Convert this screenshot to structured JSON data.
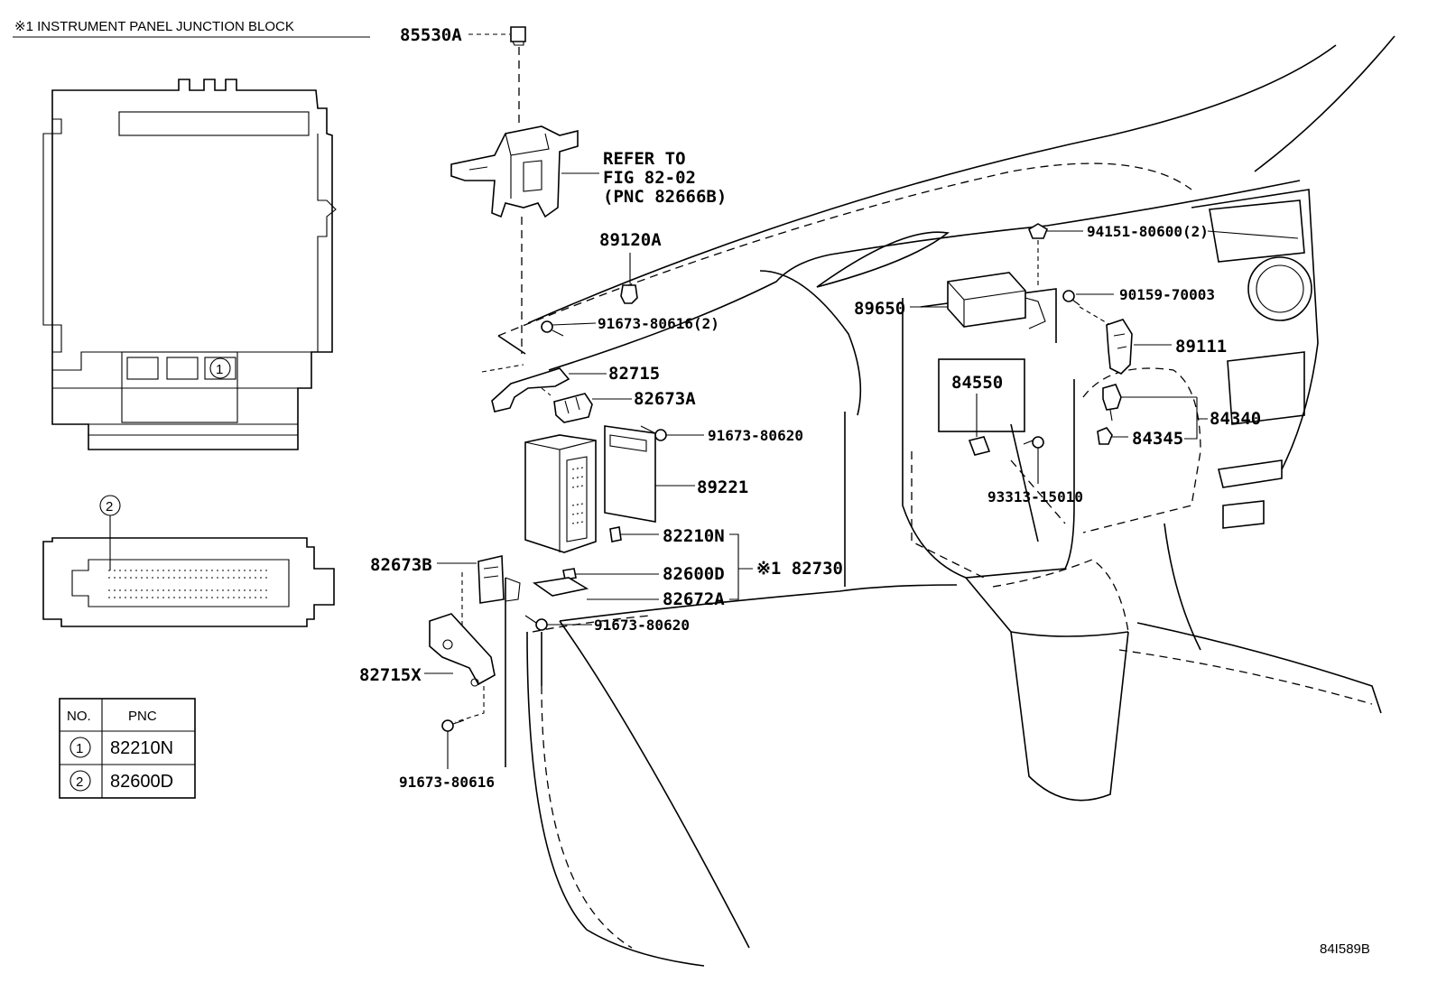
{
  "header": {
    "title": "※1  INSTRUMENT PANEL JUNCTION BLOCK"
  },
  "refer": {
    "line1": "REFER TO",
    "line2": "FIG 82-02",
    "line3": "(PNC 82666B)"
  },
  "callouts": {
    "p85530A": "85530A",
    "p89120A": "89120A",
    "p91673_80616_2": "91673-80616(2)",
    "p82715": "82715",
    "p82673A": "82673A",
    "p91673_80620_a": "91673-80620",
    "p89221": "89221",
    "p82210N": "82210N",
    "p82600D": "82600D",
    "p82672A": "82672A",
    "p82730": "※1 82730",
    "p82673B": "82673B",
    "p91673_80620_b": "91673-80620",
    "p82715X": "82715X",
    "p91673_80616": "91673-80616",
    "p94151_80600_2": "94151-80600(2)",
    "p89650": "89650",
    "p90159_70003": "90159-70003",
    "p89111": "89111",
    "p84550": "84550",
    "p84340": "84340",
    "p84345": "84345",
    "p93313_15010": "93313-15010"
  },
  "markers": {
    "one": "1",
    "two": "2"
  },
  "legend_table": {
    "headers": [
      "NO.",
      "PNC"
    ],
    "rows": [
      {
        "no": "1",
        "pnc": "82210N"
      },
      {
        "no": "2",
        "pnc": "82600D"
      }
    ]
  },
  "figure_code": "84I589B"
}
